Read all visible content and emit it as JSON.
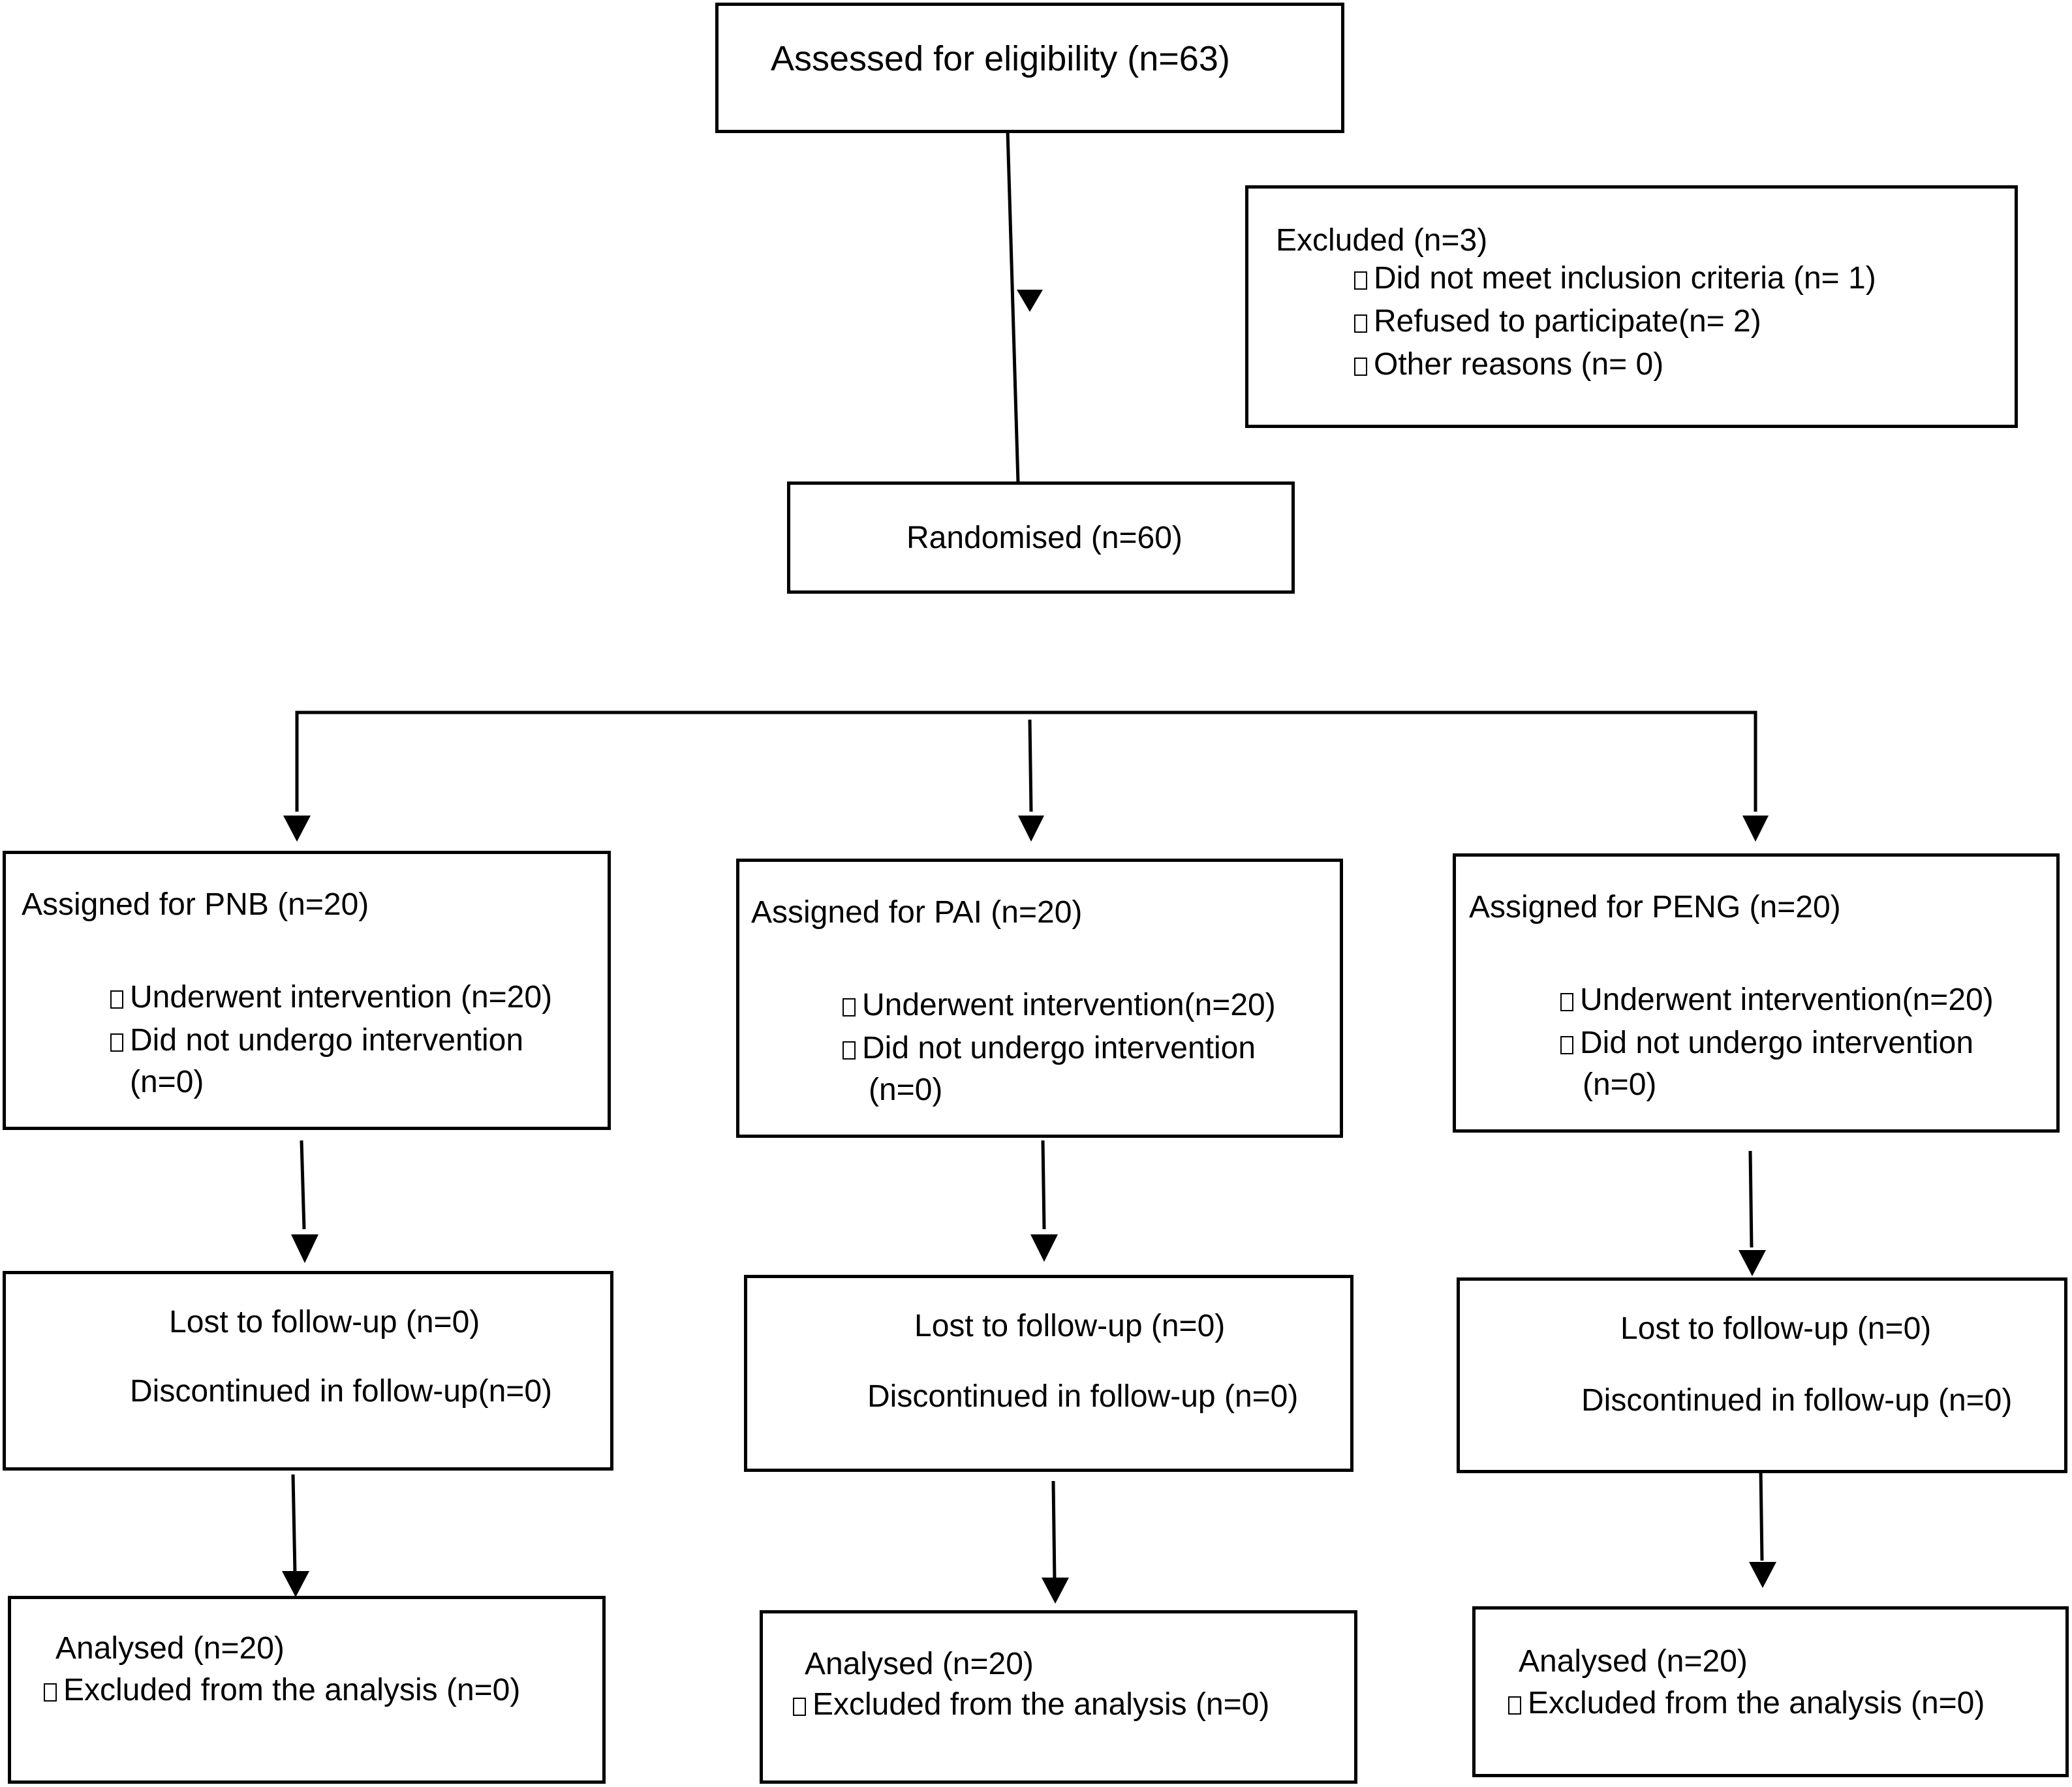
{
  "assessed": {
    "label": "Assessed for eligibility",
    "n": "(n=63)"
  },
  "excluded": {
    "label": "Excluded",
    "n": "(n=3)",
    "items": [
      {
        "label": "Did not meet inclusion criteria",
        "n": "(n= 1)"
      },
      {
        "label": "Refused to participate",
        "n": "(n= 2)"
      },
      {
        "label": "Other reasons",
        "n": "(n= 0)"
      }
    ]
  },
  "randomised": {
    "label": "Randomised",
    "n": "(n=60)"
  },
  "arms": [
    {
      "assigned": {
        "label": "Assigned for PNB",
        "n": "(n=20)"
      },
      "underwent": {
        "label": "Underwent intervention",
        "n": "(n=20)"
      },
      "not_undergo": {
        "label": "Did not undergo intervention",
        "n": "(n=0)"
      },
      "lost": {
        "label": "Lost to follow-up",
        "n": "(n=0)"
      },
      "discontinued": {
        "label": "Discontinued in follow-up",
        "n": "(n=0)"
      },
      "analysed": {
        "label": "Analysed",
        "n": "(n=20)"
      },
      "excluded_analysis": {
        "label": "Excluded from the analysis",
        "n": "(n=0)"
      }
    },
    {
      "assigned": {
        "label": "Assigned for PAI",
        "n": "(n=20)"
      },
      "underwent": {
        "label": "Underwent intervention",
        "n": "(n=20)"
      },
      "not_undergo": {
        "label": "Did not undergo intervention",
        "n": "(n=0)"
      },
      "lost": {
        "label": "Lost to follow-up",
        "n": "(n=0)"
      },
      "discontinued": {
        "label": "Discontinued in follow-up",
        "n": "(n=0)"
      },
      "analysed": {
        "label": "Analysed",
        "n": "(n=20)"
      },
      "excluded_analysis": {
        "label": "Excluded from the analysis",
        "n": "(n=0)"
      }
    },
    {
      "assigned": {
        "label": "Assigned for PENG",
        "n": "(n=20)"
      },
      "underwent": {
        "label": "Underwent intervention",
        "n": "(n=20)"
      },
      "not_undergo": {
        "label": "Did not undergo intervention",
        "n": "(n=0)"
      },
      "lost": {
        "label": "Lost to follow-up",
        "n": "(n=0)"
      },
      "discontinued": {
        "label": "Discontinued in follow-up",
        "n": "(n=0)"
      },
      "analysed": {
        "label": "Analysed",
        "n": "(n=20)"
      },
      "excluded_analysis": {
        "label": "Excluded from the analysis",
        "n": "(n=0)"
      }
    }
  ]
}
